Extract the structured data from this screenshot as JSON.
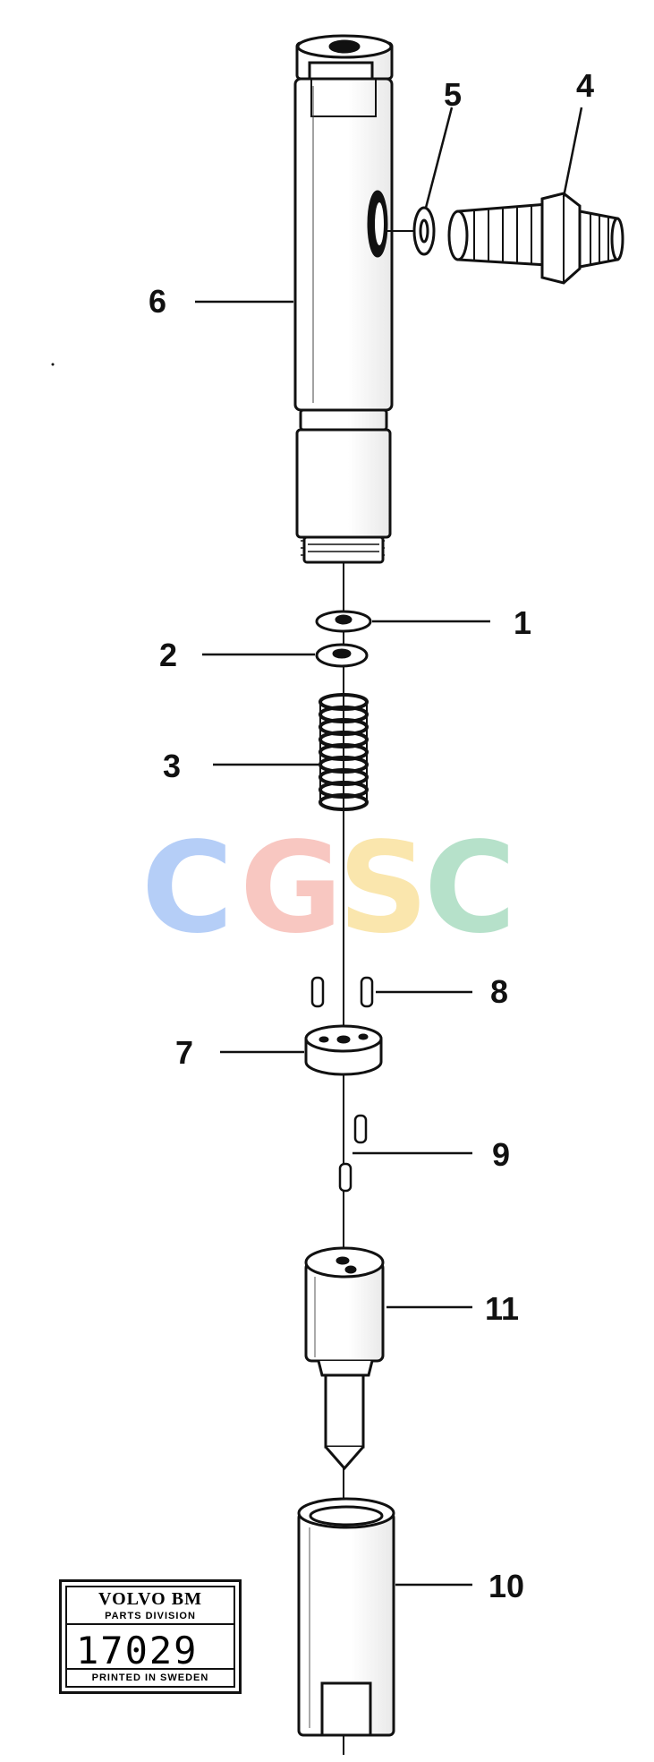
{
  "diagram": {
    "callouts": [
      {
        "id": "1",
        "text": "1"
      },
      {
        "id": "2",
        "text": "2"
      },
      {
        "id": "3",
        "text": "3"
      },
      {
        "id": "4",
        "text": "4"
      },
      {
        "id": "5",
        "text": "5"
      },
      {
        "id": "6",
        "text": "6"
      },
      {
        "id": "7",
        "text": "7"
      },
      {
        "id": "8",
        "text": "8"
      },
      {
        "id": "9",
        "text": "9"
      },
      {
        "id": "10",
        "text": "10"
      },
      {
        "id": "11",
        "text": "11"
      }
    ]
  },
  "watermark": {
    "letters": [
      "C",
      "G",
      "S",
      "C"
    ],
    "colors": [
      "#7aa7f2",
      "#f39a90",
      "#f6d36b",
      "#7ccaa0"
    ]
  },
  "stamp": {
    "brand": "VOLVO BM",
    "division": "PARTS DIVISION",
    "number": "17029",
    "footer": "PRINTED IN SWEDEN"
  }
}
